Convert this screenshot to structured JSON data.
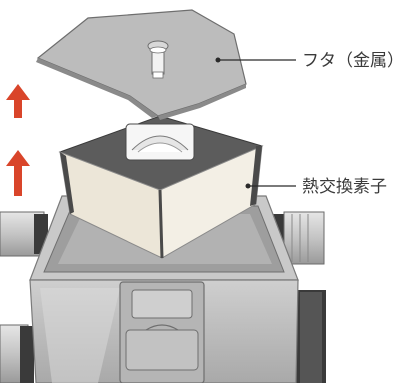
{
  "labels": {
    "lid": "フタ（金属）",
    "element": "熱交換素子"
  },
  "arrows": [
    {
      "name": "lift-arrow-upper",
      "direction": "up"
    },
    {
      "name": "lift-arrow-lower",
      "direction": "up"
    }
  ],
  "colors": {
    "arrow": "#d9452a",
    "metal_light": "#d4d4d4",
    "metal_dark": "#8a8a8a",
    "element_face": "#ece6d8",
    "element_top": "#5c5c5c",
    "duct": "#6a6a6a"
  }
}
